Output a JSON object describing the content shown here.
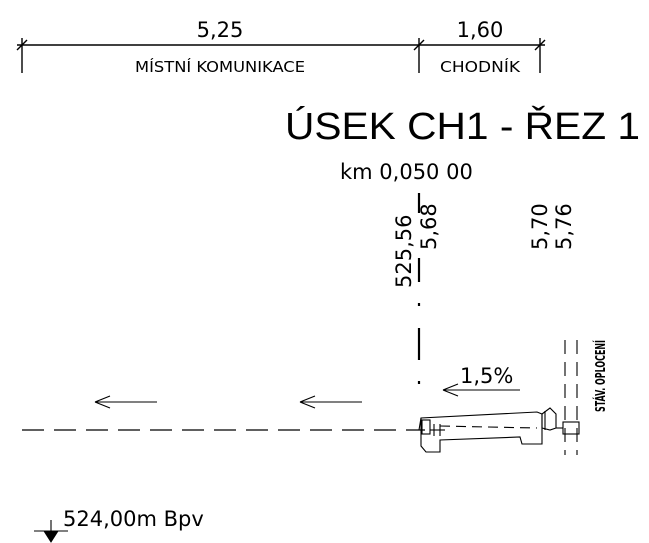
{
  "dimensions": {
    "road_width": "5,25",
    "road_label": "MÍSTNÍ KOMUNIKACE",
    "sidewalk_width": "1,60",
    "sidewalk_label": "CHODNÍK"
  },
  "section": {
    "title": "ÚSEK CH1 - ŘEZ 1",
    "station": "km  0,050  00"
  },
  "heights": {
    "axis": "525,56",
    "left_edge": "5,68",
    "right_1": "5,70",
    "right_2": "5,76"
  },
  "slope": "1,5%",
  "fence_label": "STÁV. OPLOCENÍ",
  "datum": "524,00m  Bpv"
}
